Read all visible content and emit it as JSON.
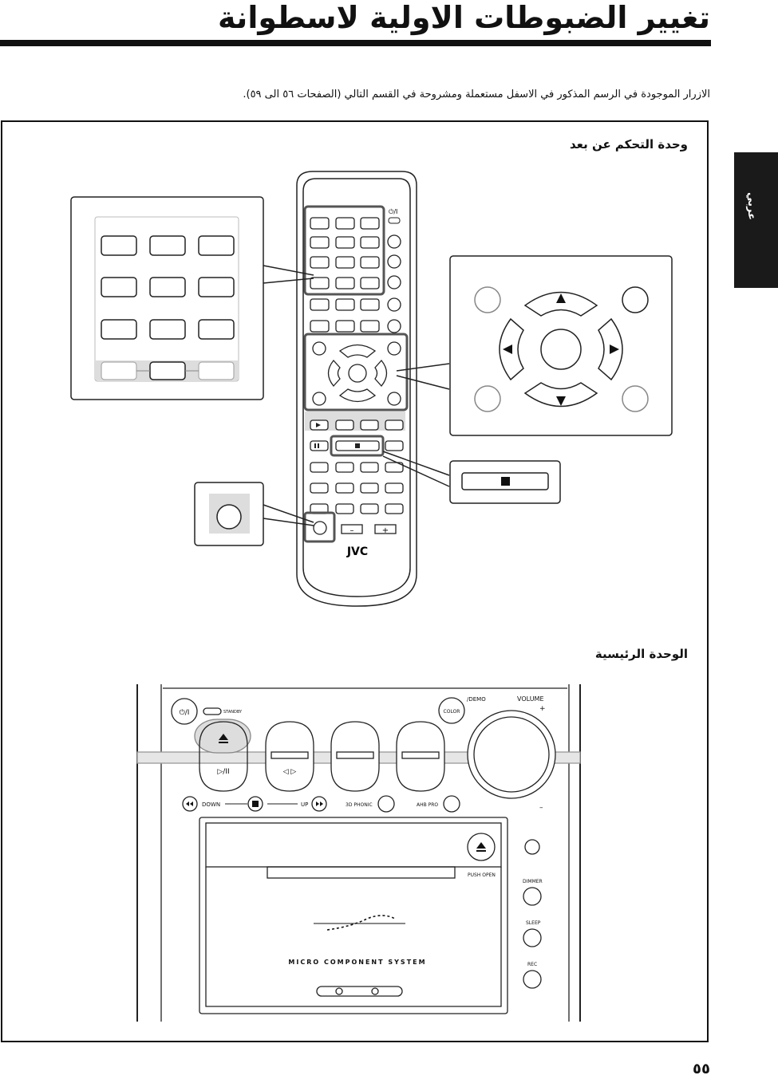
{
  "page": {
    "title": "تغيير الضبوطات الاولية لاسطوانة",
    "intro": "الازرار الموجودة في الرسم المذكور في الاسفل مستعملة ومشروحة في القسم التالي (الصفحات ٥٦ الى ٥٩).",
    "side_tab": "عربي",
    "section_remote": "وحدة التحكم عن بعد",
    "section_main": "الوحدة الرئيسية",
    "page_number": "٥٥"
  },
  "remote": {
    "power_label": "⏻/I",
    "brand": "JVC",
    "minus": "–",
    "plus": "+"
  },
  "main_unit": {
    "standby": "STANDBY",
    "color": "COLOR",
    "demo": "/DEMO",
    "volume": "VOLUME",
    "down": "DOWN",
    "up": "UP",
    "phonic": "3D PHONIC",
    "ahb": "AHB PRO",
    "push_open": "PUSH OPEN",
    "dimmer": "DIMMER",
    "sleep": "SLEEP",
    "rec": "REC",
    "system_name": "MICRO COMPONENT SYSTEM",
    "power_label": "⏻/I",
    "vol_plus": "+",
    "vol_minus": "–"
  }
}
